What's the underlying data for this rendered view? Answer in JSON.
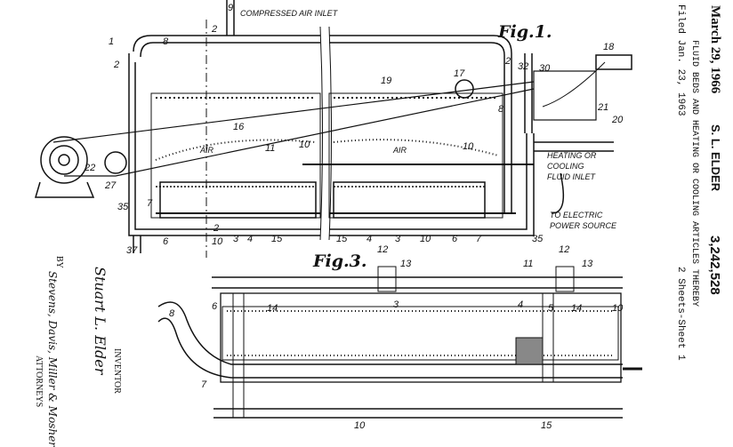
{
  "header": {
    "date": "March 29, 1966",
    "inventor_short": "S. L. ELDER",
    "patent_number": "3,242,528",
    "title": "FLUID BEDS AND HEATING OR COOLING ARTICLES THEREBY",
    "filed": "Filed Jan. 23, 1963",
    "sheets": "2 Sheets-Sheet 1"
  },
  "inventor": {
    "name": "Stuart L. Elder",
    "label": "INVENTOR",
    "by": "BY",
    "attorneys_signature": "Stevens, Davis, Miller & Mosher",
    "attorneys_label": "ATTORNEYS"
  },
  "figures": {
    "fig1": "Fig.1.",
    "fig3": "Fig.3."
  },
  "captions": {
    "air_inlet": "COMPRESSED AIR INLET",
    "fluid_inlet_1": "HEATING OR",
    "fluid_inlet_2": "COOLING",
    "fluid_inlet_3": "FLUID INLET",
    "power_1": "TO ELECTRIC",
    "power_2": "POWER SOURCE",
    "air": "AIR"
  },
  "labels": {
    "fig1": [
      "1",
      "2",
      "8",
      "9",
      "2",
      "16",
      "10",
      "11",
      "35",
      "27",
      "22",
      "37",
      "6",
      "10",
      "3",
      "4",
      "15",
      "7",
      "2",
      "19",
      "17",
      "2",
      "32",
      "30",
      "18",
      "21",
      "20",
      "8",
      "10",
      "15",
      "4",
      "3",
      "10",
      "6",
      "7",
      "35"
    ],
    "fig3": [
      "12",
      "13",
      "12",
      "13",
      "11",
      "8",
      "6",
      "14",
      "3",
      "4",
      "5",
      "14",
      "10",
      "7",
      "10",
      "15"
    ]
  }
}
